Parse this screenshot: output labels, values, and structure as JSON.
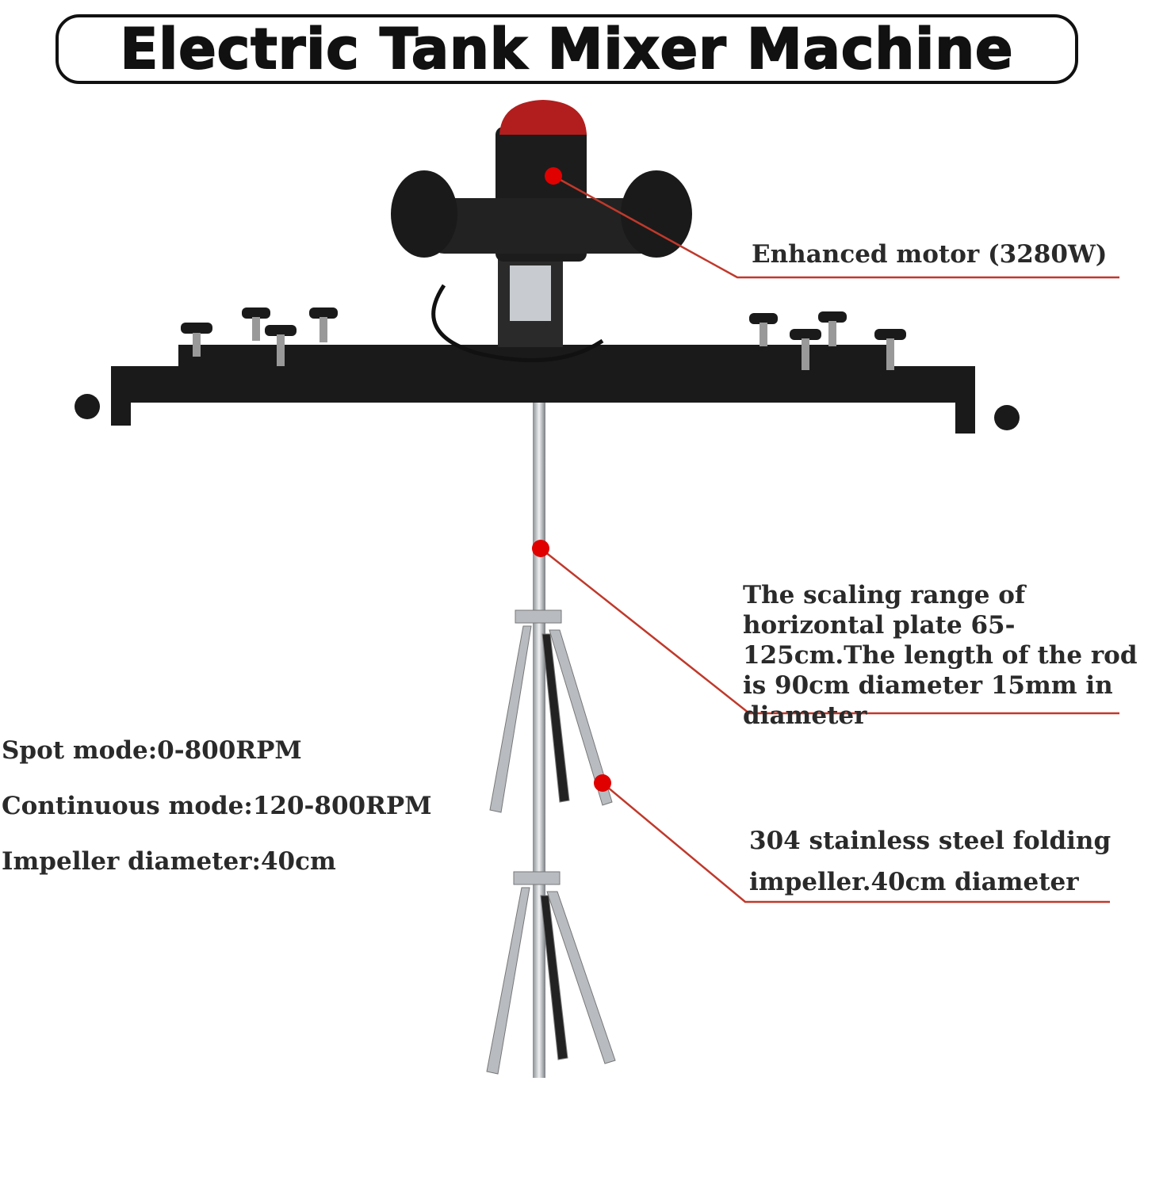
{
  "title": "Electric Tank Mixer Machine",
  "callouts": {
    "motor": "Enhanced motor (3280W)",
    "plate": "The scaling range of horizontal plate 65-125cm.The length of the rod is 90cm diameter 15mm in diameter",
    "impeller": "304 stainless steel folding impeller.40cm diameter"
  },
  "specs": [
    "Spot mode:0-800RPM",
    "Continuous mode:120-800RPM",
    "Impeller diameter:40cm"
  ],
  "colors": {
    "callout_line": "#c0392b",
    "marker": "#e00000",
    "text": "#2a2a2a",
    "machine": "#1a1a1a",
    "steel": "#b8bcc0"
  }
}
